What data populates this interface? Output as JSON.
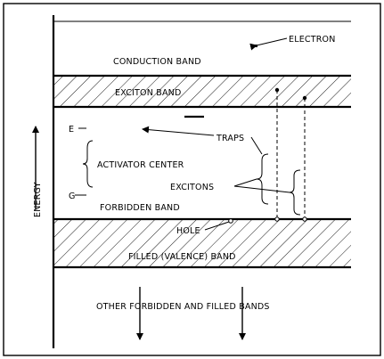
{
  "labels": {
    "electron": "ELECTRON",
    "conduction_band": "CONDUCTION BAND",
    "exciton_band": "EXCITON BAND",
    "e_level": "E",
    "traps": "TRAPS",
    "activator_center": "ACTIVATOR CENTER",
    "excitons": "EXCITONS",
    "g_level": "G",
    "forbidden_band": "FORBIDDEN BAND",
    "hole": "HOLE",
    "filled_band": "FILLED (VALENCE) BAND",
    "other_bands": "OTHER FORBIDDEN AND FILLED BANDS",
    "energy_axis": "ENERGY"
  }
}
